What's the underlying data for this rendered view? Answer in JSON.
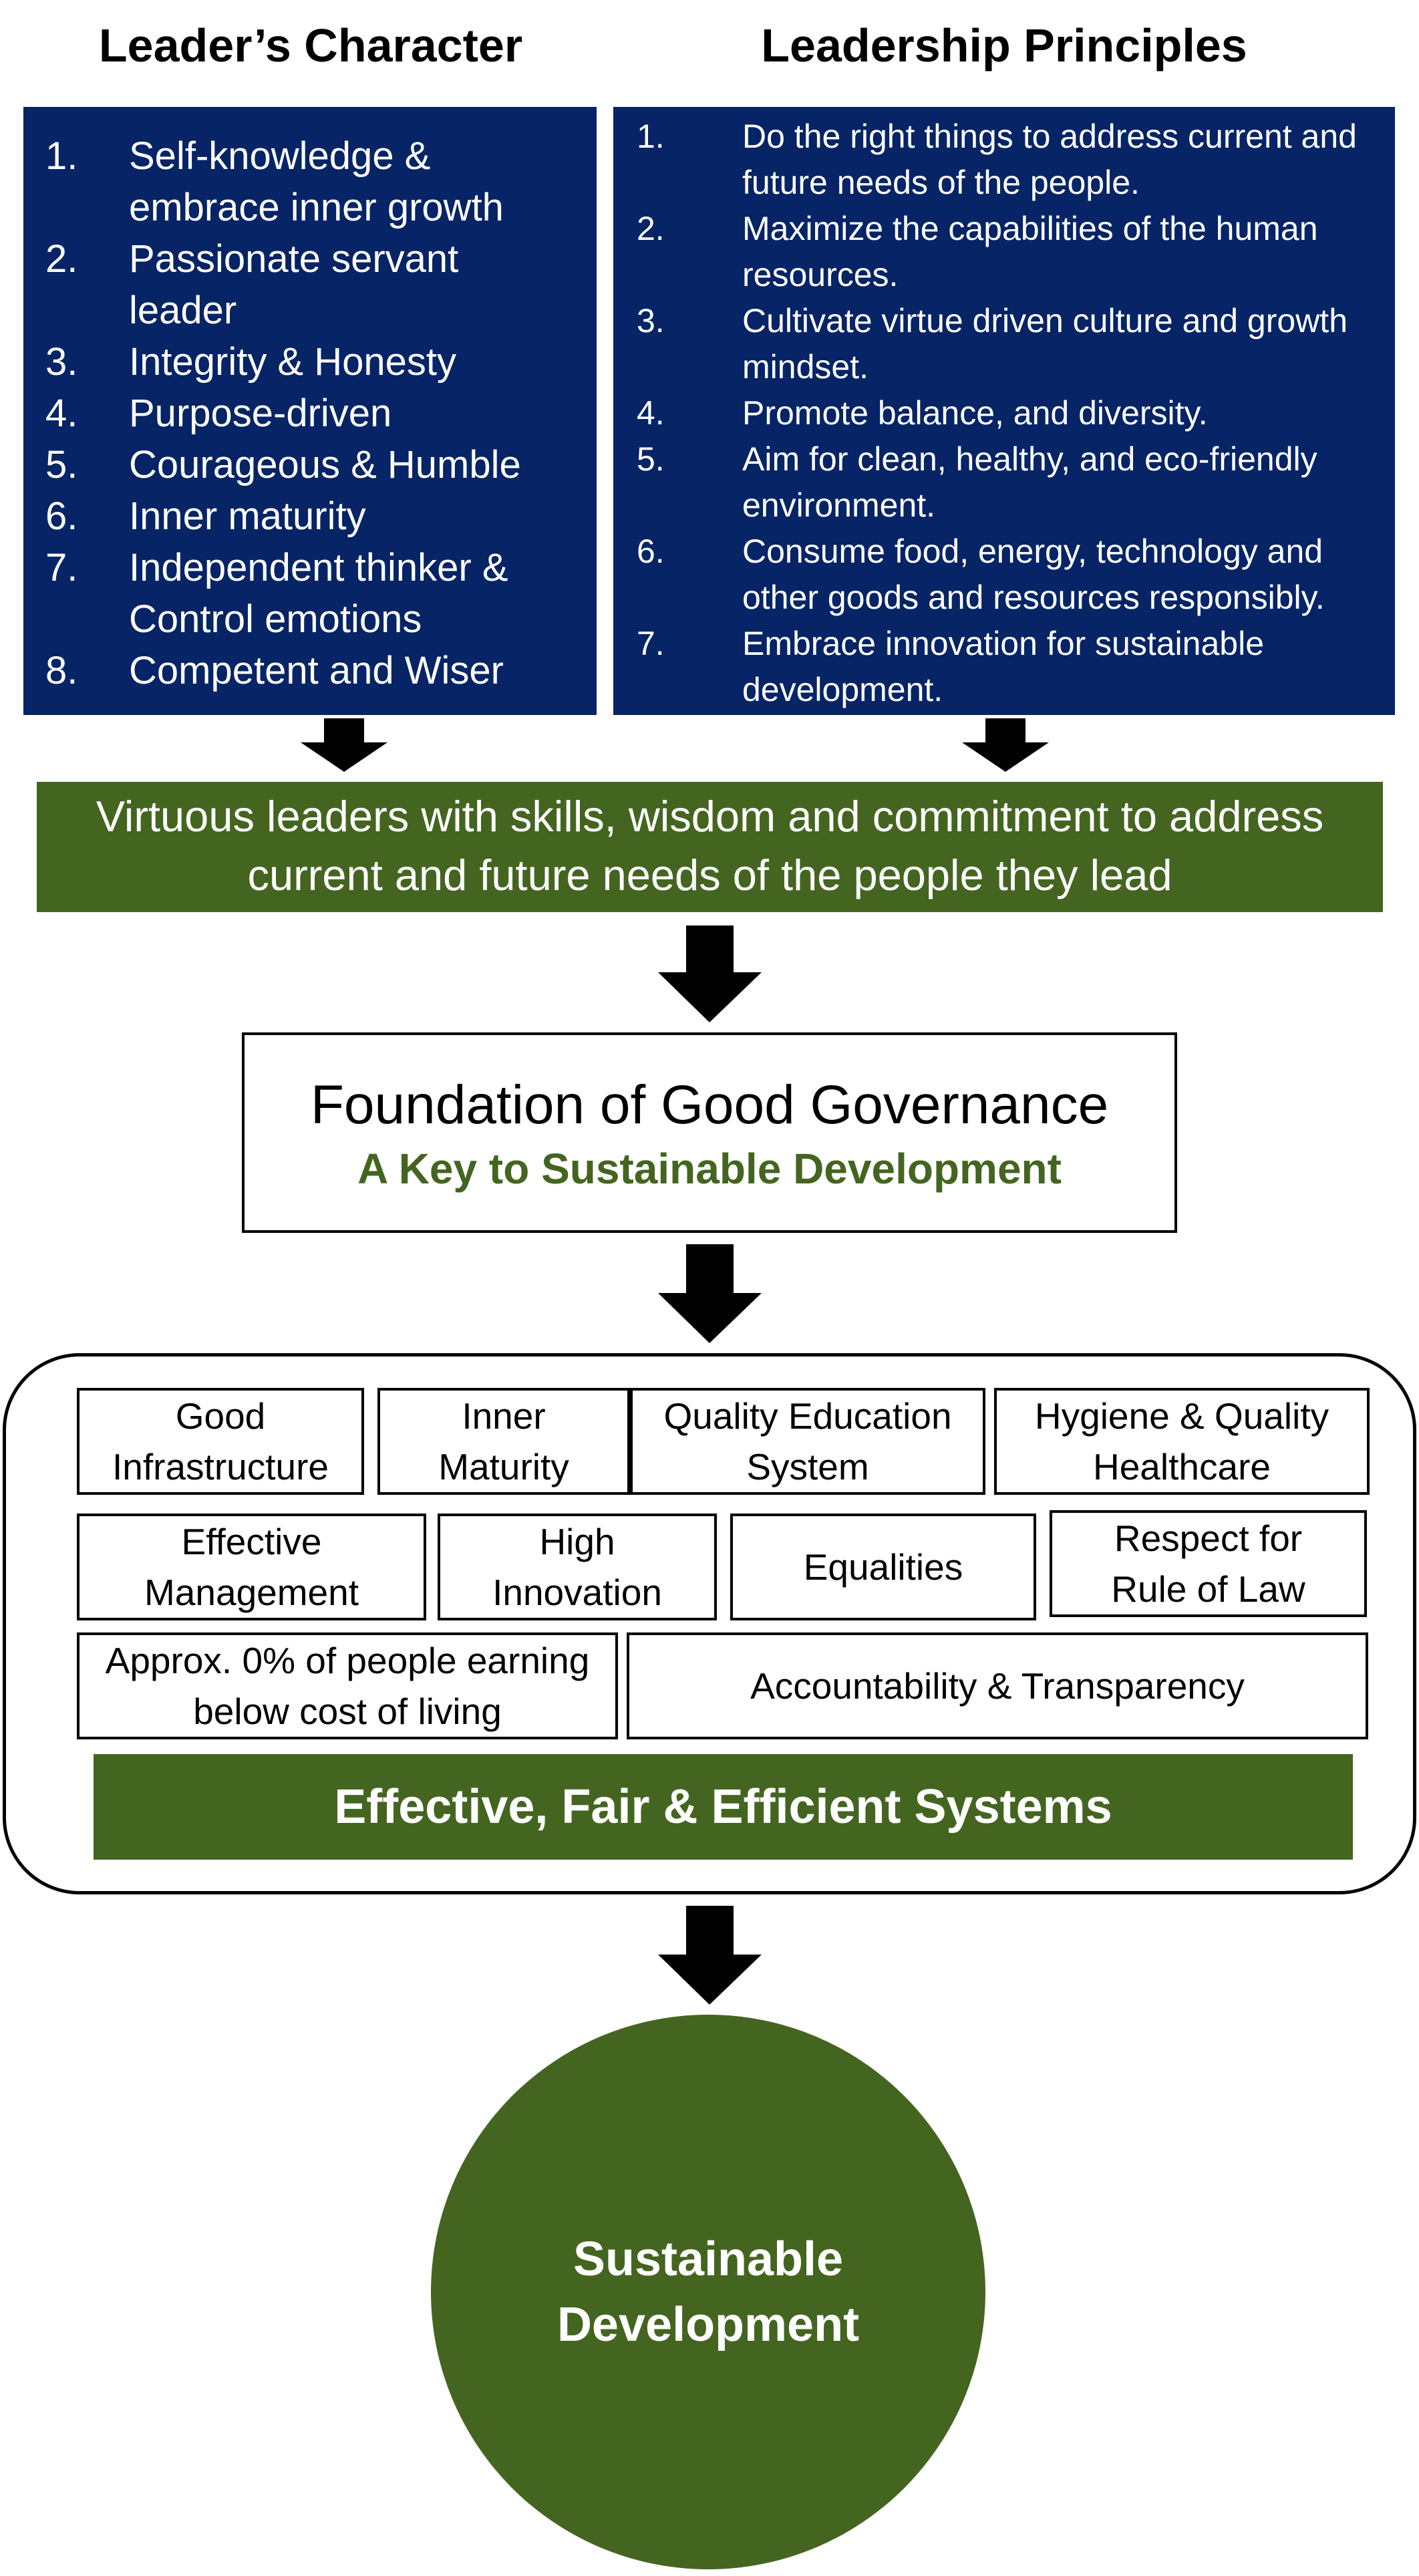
{
  "leaders_character": {
    "title": "Leader’s Character",
    "items": [
      {
        "num": "1.",
        "text": "Self-knowledge & embrace inner growth"
      },
      {
        "num": "2.",
        "text": "Passionate servant leader"
      },
      {
        "num": "3.",
        "text": "Integrity & Honesty"
      },
      {
        "num": "4.",
        "text": "Purpose-driven"
      },
      {
        "num": "5.",
        "text": "Courageous & Humble"
      },
      {
        "num": "6.",
        "text": "Inner maturity"
      },
      {
        "num": "7.",
        "text": "Independent thinker & Control emotions"
      },
      {
        "num": "8.",
        "text": "Competent and Wiser"
      }
    ]
  },
  "leadership_principles": {
    "title": "Leadership Principles",
    "items": [
      {
        "num": "1.",
        "text": "Do the right things to address current and future needs of the people."
      },
      {
        "num": "2.",
        "text": "Maximize the capabilities of the human resources."
      },
      {
        "num": "3.",
        "text": "Cultivate virtue driven culture and growth mindset."
      },
      {
        "num": "4.",
        "text": "Promote balance, and diversity."
      },
      {
        "num": "5.",
        "text": "Aim for clean, healthy, and eco-friendly environment."
      },
      {
        "num": "6.",
        "text": "Consume food, energy, technology and other goods and resources responsibly."
      },
      {
        "num": "7.",
        "text": "Embrace innovation for sustainable development."
      }
    ]
  },
  "virtuous_leaders": {
    "line1": "Virtuous leaders with skills, wisdom and commitment to address",
    "line2": "current and future needs of the people they lead"
  },
  "foundation": {
    "title": "Foundation of Good Governance",
    "subtitle": "A Key to Sustainable Development"
  },
  "systems": {
    "cells": {
      "good_infrastructure": "Good Infrastructure",
      "inner_maturity": "Inner Maturity",
      "quality_education": "Quality Education System",
      "hygiene_healthcare": "Hygiene & Quality Healthcare",
      "effective_management": "Effective Management",
      "high_innovation": "High Innovation",
      "equalities": "Equalities",
      "rule_of_law": "Respect for Rule of Law",
      "cost_of_living": "Approx. 0% of people earning below cost of living",
      "accountability": "Accountability & Transparency"
    },
    "banner": "Effective, Fair & Efficient Systems"
  },
  "outcome": {
    "line1": "Sustainable",
    "line2": "Development"
  },
  "colors": {
    "navy": "#062466",
    "green": "#446520",
    "black": "#000000",
    "white": "#ffffff"
  }
}
